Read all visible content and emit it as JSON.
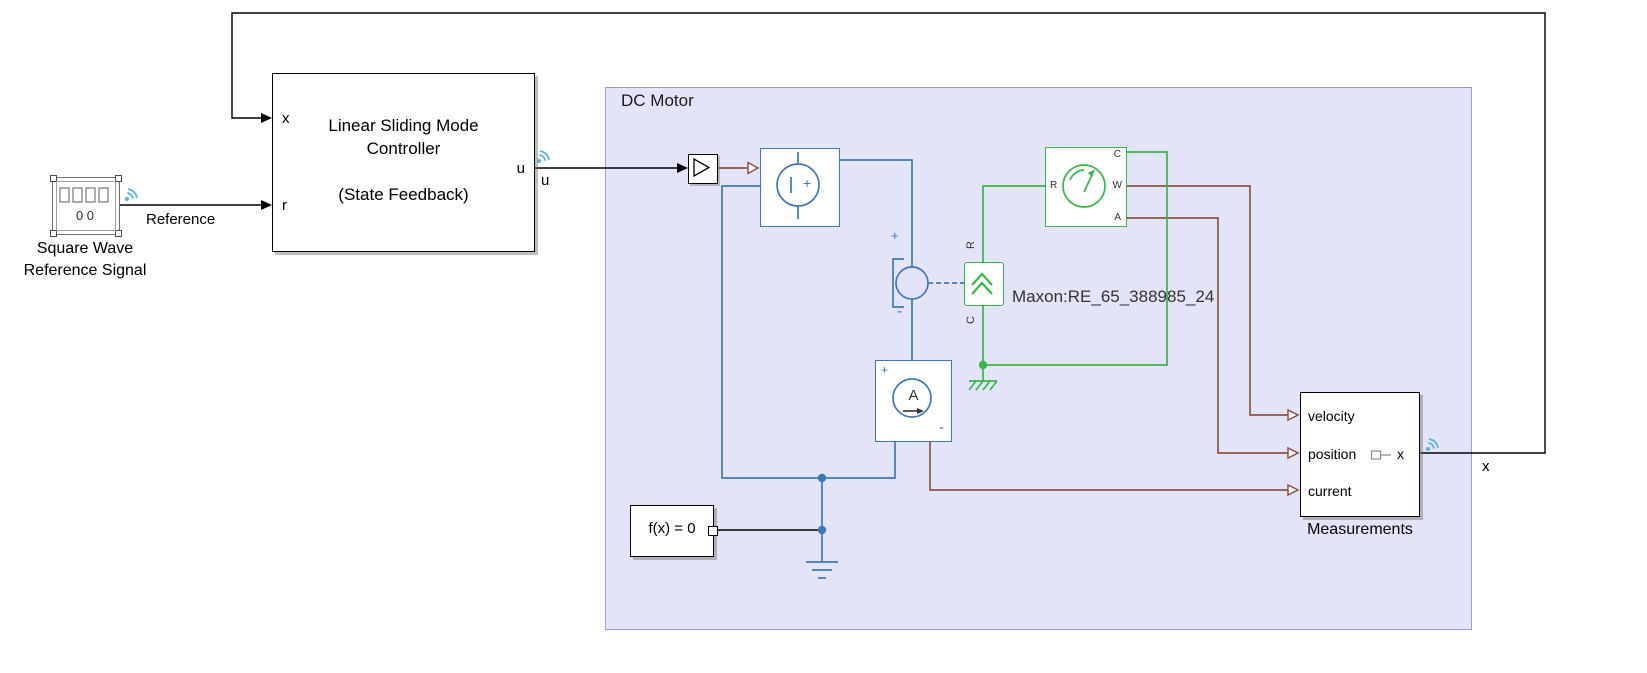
{
  "colors": {
    "electrical_blue": "#4078B4",
    "mechanical_green": "#3CB44A",
    "physical_signal_brown": "#8C5346",
    "signal_black": "#000000",
    "region_fill": "#E4E4F8",
    "region_border": "#9B9CD0",
    "badge_teal": "#58B6D8"
  },
  "signals": {
    "reference": "Reference",
    "u": "u",
    "x": "x"
  },
  "source_block": {
    "caption1": "Square Wave",
    "caption2": "Reference Signal",
    "values": "0 0"
  },
  "controller": {
    "title1": "Linear Sliding Mode",
    "title2": "Controller",
    "subtitle": "(State Feedback)",
    "port_x": "x",
    "port_r": "r",
    "port_u": "u"
  },
  "region": {
    "title": "DC Motor",
    "motor_name": "Maxon:RE_65_388985_24"
  },
  "vsource": {
    "plus": "+"
  },
  "motor": {
    "plus": "+",
    "minus": "-",
    "port_r": "R",
    "port_c": "C"
  },
  "ammeter": {
    "plus": "+",
    "minus": "-",
    "label": "A"
  },
  "motion_sensor": {
    "port_r": "R",
    "port_c": "C",
    "port_w": "W",
    "port_a": "A"
  },
  "solver": {
    "label": "f(x) = 0"
  },
  "measurements": {
    "caption": "Measurements",
    "in1": "velocity",
    "in2": "position",
    "in3": "current",
    "out": "x"
  }
}
